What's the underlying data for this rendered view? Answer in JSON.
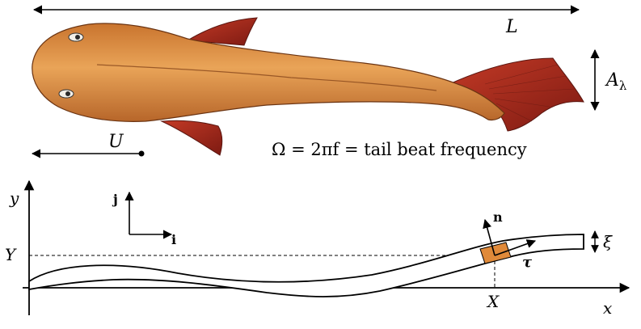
{
  "fish": {
    "length_label": "L",
    "amplitude_label": "A",
    "amplitude_sub": "λ",
    "speed_label": "U",
    "freq_label": "Ω = 2πf = tail beat frequency",
    "colors": {
      "body": "#d98a3c",
      "body_light": "#efb46c",
      "body_dark": "#9c4f1f",
      "fin": "#b3261e",
      "fin_dark": "#7b1410"
    }
  },
  "model": {
    "y_axis_label": "y",
    "x_axis_label": "x",
    "j_label": "j",
    "i_label": "i",
    "n_label": "n",
    "tau_label": "τ",
    "Y_label": "Y",
    "X_label": "X",
    "xi_label": "ξ",
    "element_color": "#e08a3a"
  }
}
